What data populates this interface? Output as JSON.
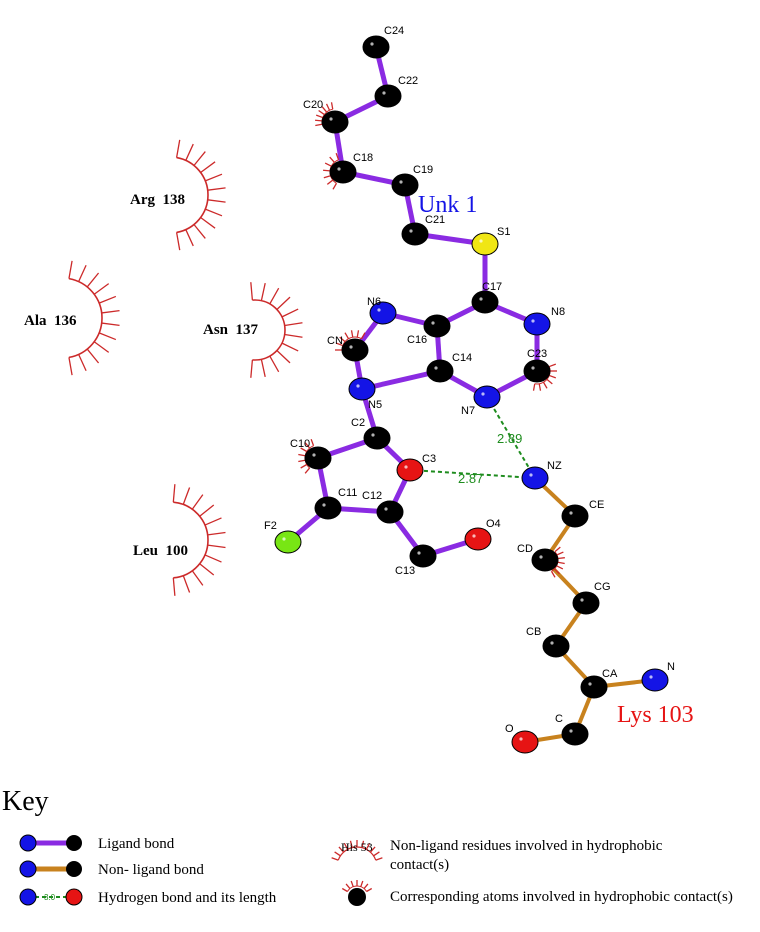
{
  "colors": {
    "ligand_bond": "#8a2be2",
    "nonligand_bond": "#c8821e",
    "hbond": "#1e8c1e",
    "carbon": "#000000",
    "nitrogen": "#1414e6",
    "oxygen": "#e61414",
    "sulfur": "#f0e614",
    "fluorine": "#78e614",
    "hydrophobic": "#cc2a2a",
    "ligand_name": "#1414e6",
    "residue_name": "#e61414"
  },
  "ligand_name": "Unk 1",
  "bound_residue_name": "Lys 103",
  "atoms": [
    {
      "id": "C24",
      "label": "C24",
      "element": "C"
    },
    {
      "id": "C22",
      "label": "C22",
      "element": "C"
    },
    {
      "id": "C20",
      "label": "C20",
      "element": "C",
      "hydrophobic": true
    },
    {
      "id": "C18",
      "label": "C18",
      "element": "C",
      "hydrophobic": true
    },
    {
      "id": "C19",
      "label": "C19",
      "element": "C"
    },
    {
      "id": "C21",
      "label": "C21",
      "element": "C"
    },
    {
      "id": "S1",
      "label": "S1",
      "element": "S"
    },
    {
      "id": "C17",
      "label": "C17",
      "element": "C"
    },
    {
      "id": "N8",
      "label": "N8",
      "element": "N"
    },
    {
      "id": "C23",
      "label": "C23",
      "element": "C",
      "hydrophobic": true
    },
    {
      "id": "N7",
      "label": "N7",
      "element": "N"
    },
    {
      "id": "C14",
      "label": "C14",
      "element": "C"
    },
    {
      "id": "C16",
      "label": "C16",
      "element": "C"
    },
    {
      "id": "N6",
      "label": "N6",
      "element": "N"
    },
    {
      "id": "CN",
      "label": "CN",
      "element": "C",
      "hydrophobic": true
    },
    {
      "id": "N5",
      "label": "N5",
      "element": "N"
    },
    {
      "id": "C2",
      "label": "C2",
      "element": "C"
    },
    {
      "id": "C10",
      "label": "C10",
      "element": "C",
      "hydrophobic": true
    },
    {
      "id": "C11",
      "label": "C11",
      "element": "C"
    },
    {
      "id": "C12",
      "label": "C12",
      "element": "C"
    },
    {
      "id": "C3",
      "label": "C3",
      "element": "O"
    },
    {
      "id": "F2",
      "label": "F2",
      "element": "F"
    },
    {
      "id": "C13",
      "label": "C13",
      "element": "C"
    },
    {
      "id": "O4",
      "label": "O4",
      "element": "O"
    },
    {
      "id": "NZ",
      "label": "NZ",
      "element": "N"
    },
    {
      "id": "CE",
      "label": "CE",
      "element": "C"
    },
    {
      "id": "CD",
      "label": "CD",
      "element": "C",
      "hydrophobic": true
    },
    {
      "id": "CG",
      "label": "CG",
      "element": "C"
    },
    {
      "id": "CB",
      "label": "CB",
      "element": "C"
    },
    {
      "id": "CA",
      "label": "CA",
      "element": "C"
    },
    {
      "id": "N",
      "label": "N",
      "element": "N"
    },
    {
      "id": "C",
      "label": "C",
      "element": "C"
    },
    {
      "id": "O",
      "label": "O",
      "element": "O"
    }
  ],
  "ligand_bonds": [
    [
      "C24",
      "C22"
    ],
    [
      "C22",
      "C20"
    ],
    [
      "C20",
      "C18"
    ],
    [
      "C18",
      "C19"
    ],
    [
      "C19",
      "C21"
    ],
    [
      "C21",
      "S1"
    ],
    [
      "S1",
      "C17"
    ],
    [
      "C17",
      "N8"
    ],
    [
      "N8",
      "C23"
    ],
    [
      "C23",
      "N7"
    ],
    [
      "N7",
      "C14"
    ],
    [
      "C14",
      "C16"
    ],
    [
      "C16",
      "C17"
    ],
    [
      "C16",
      "N6"
    ],
    [
      "N6",
      "CN"
    ],
    [
      "CN",
      "N5"
    ],
    [
      "N5",
      "C14"
    ],
    [
      "N5",
      "C2"
    ],
    [
      "C2",
      "C10"
    ],
    [
      "C2",
      "C3"
    ],
    [
      "C10",
      "C11"
    ],
    [
      "C11",
      "C12"
    ],
    [
      "C12",
      "C3"
    ],
    [
      "C11",
      "F2"
    ],
    [
      "C12",
      "C13"
    ],
    [
      "C13",
      "O4"
    ]
  ],
  "nonligand_bonds": [
    [
      "NZ",
      "CE"
    ],
    [
      "CE",
      "CD"
    ],
    [
      "CD",
      "CG"
    ],
    [
      "CG",
      "CB"
    ],
    [
      "CB",
      "CA"
    ],
    [
      "CA",
      "N"
    ],
    [
      "CA",
      "C"
    ],
    [
      "C",
      "O"
    ]
  ],
  "hbonds": [
    {
      "from": "N7",
      "to": "NZ",
      "length": "2.89"
    },
    {
      "from": "C3",
      "to": "NZ",
      "length": "2.87"
    }
  ],
  "hydrophobic_residues": [
    {
      "id": "arg138",
      "label": "Arg 138"
    },
    {
      "id": "ala136",
      "label": "Ala 136"
    },
    {
      "id": "asn137",
      "label": "Asn 137"
    },
    {
      "id": "leu100",
      "label": "Leu 100"
    }
  ],
  "key": {
    "title": "Key",
    "ligand_bond": "Ligand bond",
    "nonligand_bond": "Non- ligand bond",
    "hbond": "Hydrogen bond and its length",
    "hbond_sample_length": "3.0",
    "residue_sample": "His 53",
    "residue_line1": "Non-ligand residues involved in hydrophobic",
    "residue_line2": "contact(s)",
    "atom_contact": "Corresponding atoms involved in hydrophobic contact(s)"
  }
}
